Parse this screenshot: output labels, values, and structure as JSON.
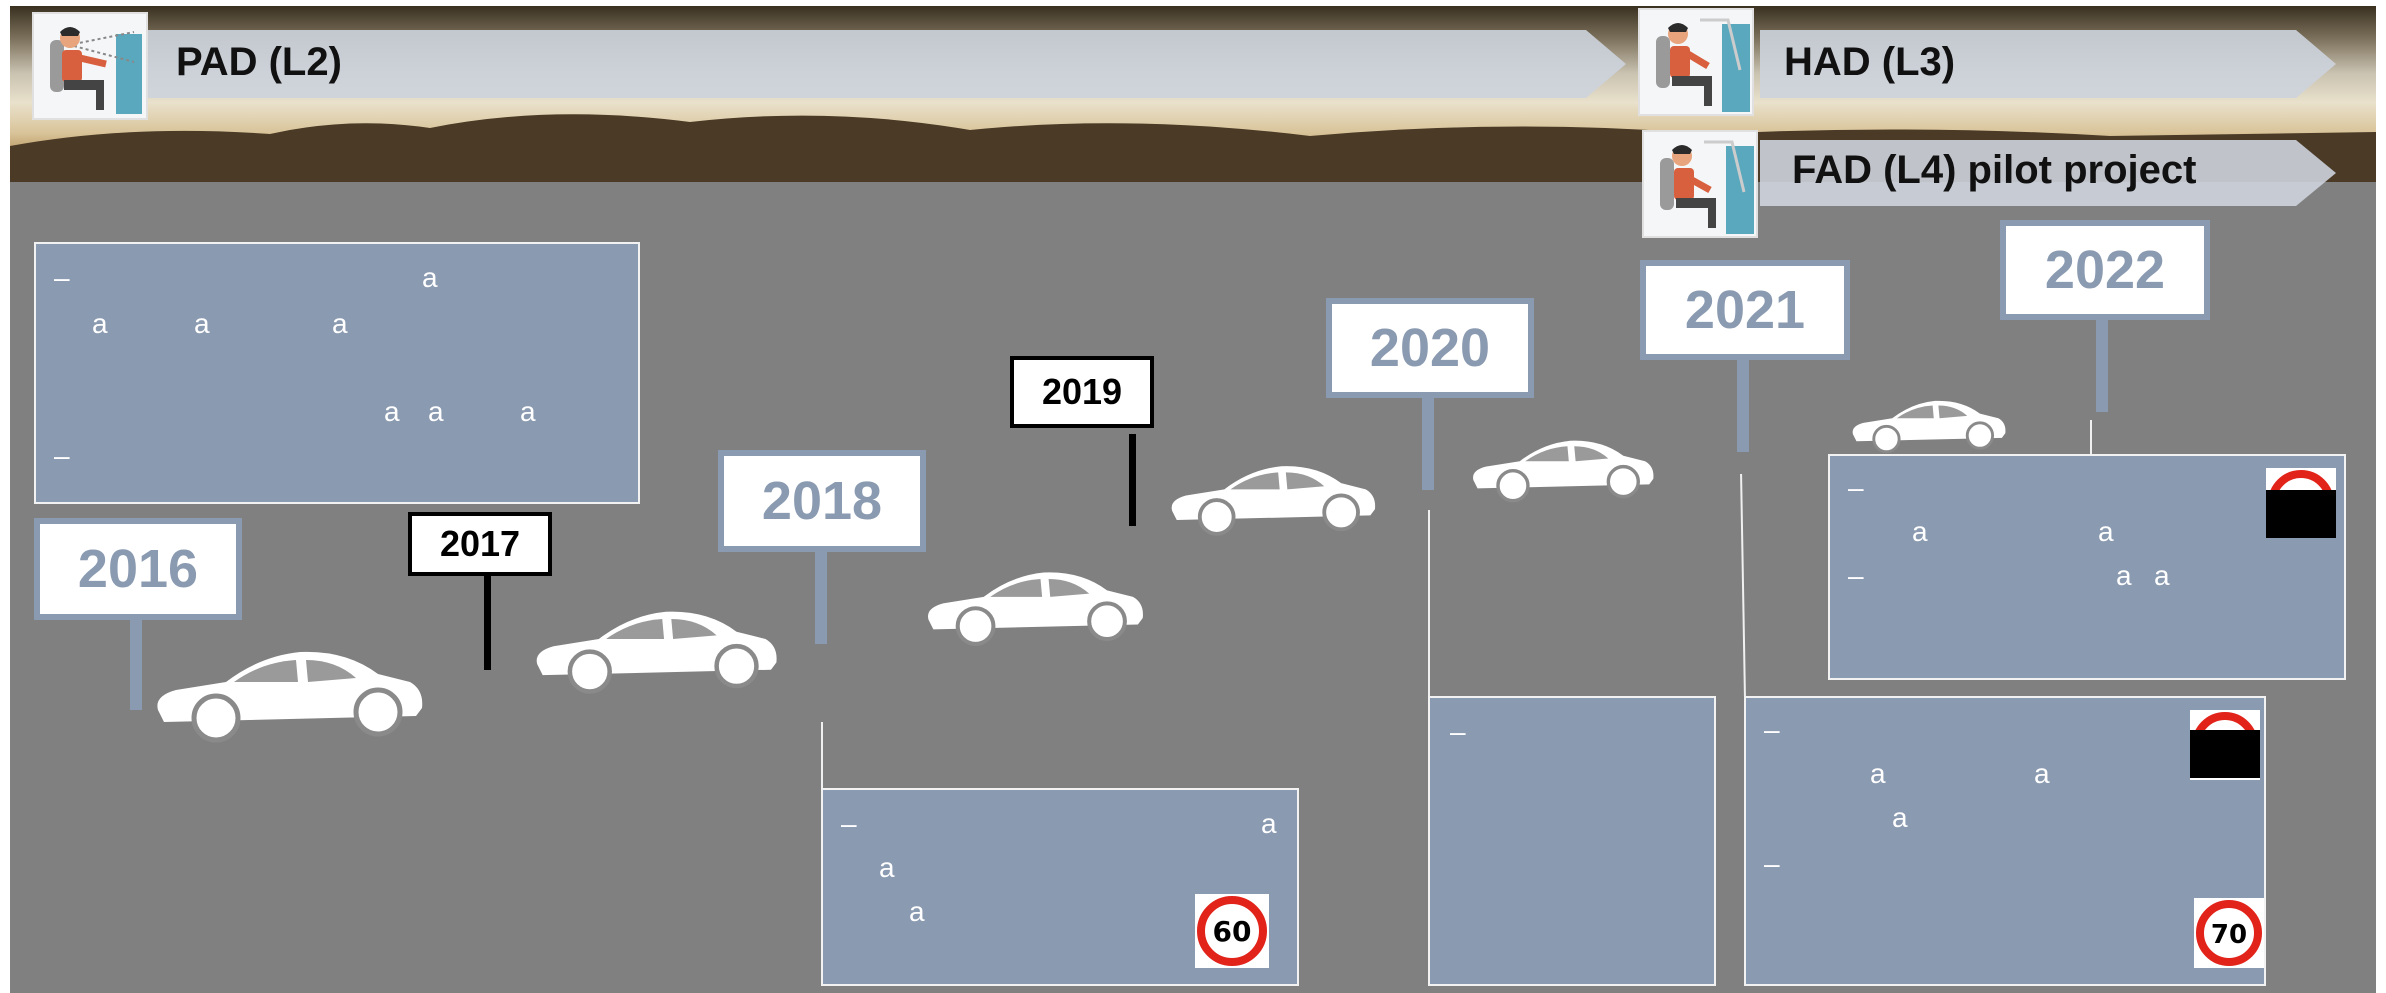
{
  "levels": {
    "pad": "PAD (L2)",
    "had": "HAD (L3)",
    "fad": "FAD (L4) pilot project"
  },
  "years": {
    "y2016": "2016",
    "y2017": "2017",
    "y2018": "2018",
    "y2019": "2019",
    "y2020": "2020",
    "y2021": "2021",
    "y2022": "2022"
  },
  "boxes": {
    "box2016": {
      "dash": "–",
      "a": "a"
    },
    "box2018": {
      "dash": "–",
      "a": "a",
      "speed": "60"
    },
    "box2020": {
      "dash": "–"
    },
    "box2021": {
      "dash": "–",
      "a": "a",
      "speed": "70"
    },
    "box2022": {
      "dash": "–",
      "a": "a"
    }
  },
  "colors": {
    "ground": "#808080",
    "box": "#8a9ab0",
    "arrow": "#cdd3dd"
  }
}
